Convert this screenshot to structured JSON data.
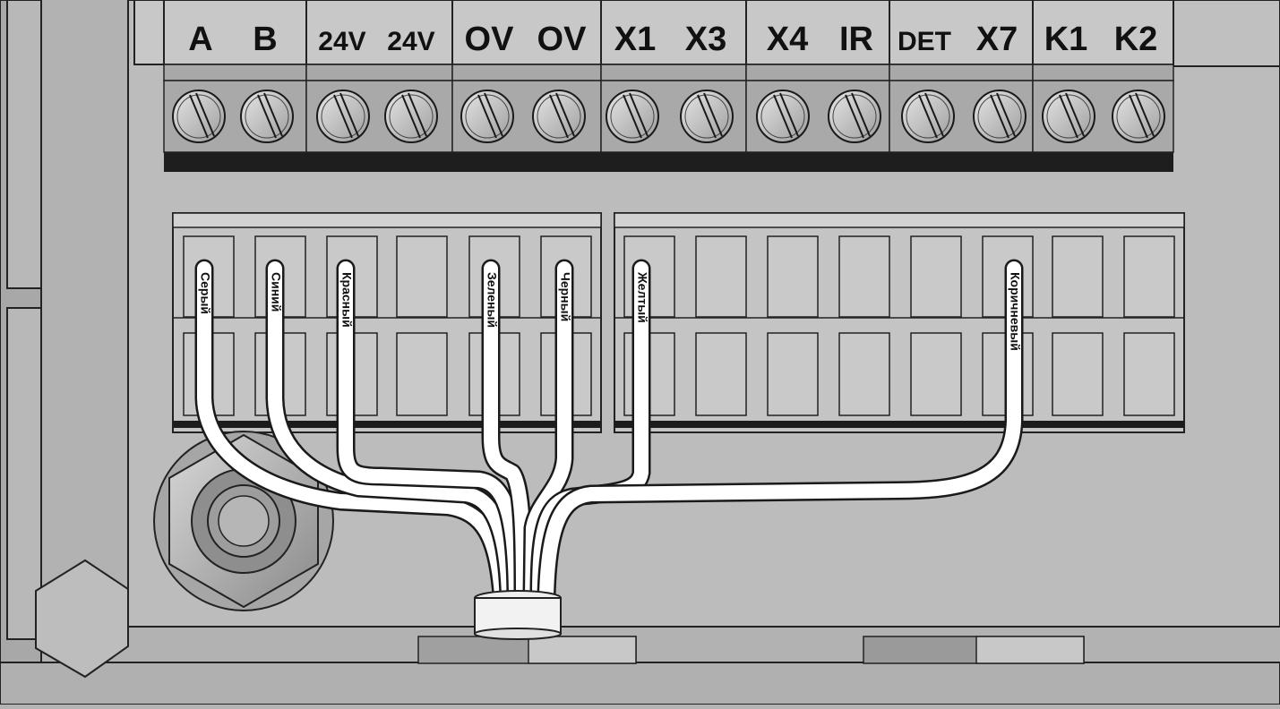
{
  "terminal_labels": [
    "A",
    "B",
    "24V",
    "24V",
    "OV",
    "OV",
    "X1",
    "X3",
    "X4",
    "IR",
    "DET",
    "X7",
    "K1",
    "K2"
  ],
  "wire_labels": [
    "Серый",
    "Синий",
    "Красный",
    "Зеленый",
    "Черный",
    "Желтый",
    "Коричневый"
  ],
  "colors": {
    "background": "#b4b4b4",
    "panel": "#bcbcbc",
    "wire": "#ffffff",
    "outline": "#1a1a1a",
    "terminal_base": "#222222"
  }
}
